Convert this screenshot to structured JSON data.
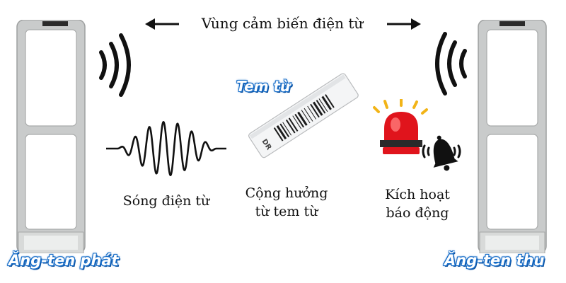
{
  "zone_label": "Vùng cảm biến điện từ",
  "tag_label": "Tem từ",
  "tag_print": "DR",
  "wave_caption": "Sóng điện từ",
  "resonance_caption": [
    "Cộng hưởng",
    "từ tem từ"
  ],
  "alarm_caption": [
    "Kích hoạt",
    "báo động"
  ],
  "transmitter_label": "Ăng-ten phát",
  "receiver_label": "Ăng-ten thu",
  "colors": {
    "label_blue": "#1a6fc9",
    "antenna_frame": "#c9cbcb",
    "antenna_panel": "#dadcdb",
    "siren_red": "#e0141c",
    "siren_base": "#222222",
    "ray_yellow": "#f2b417",
    "ink": "#111111"
  }
}
